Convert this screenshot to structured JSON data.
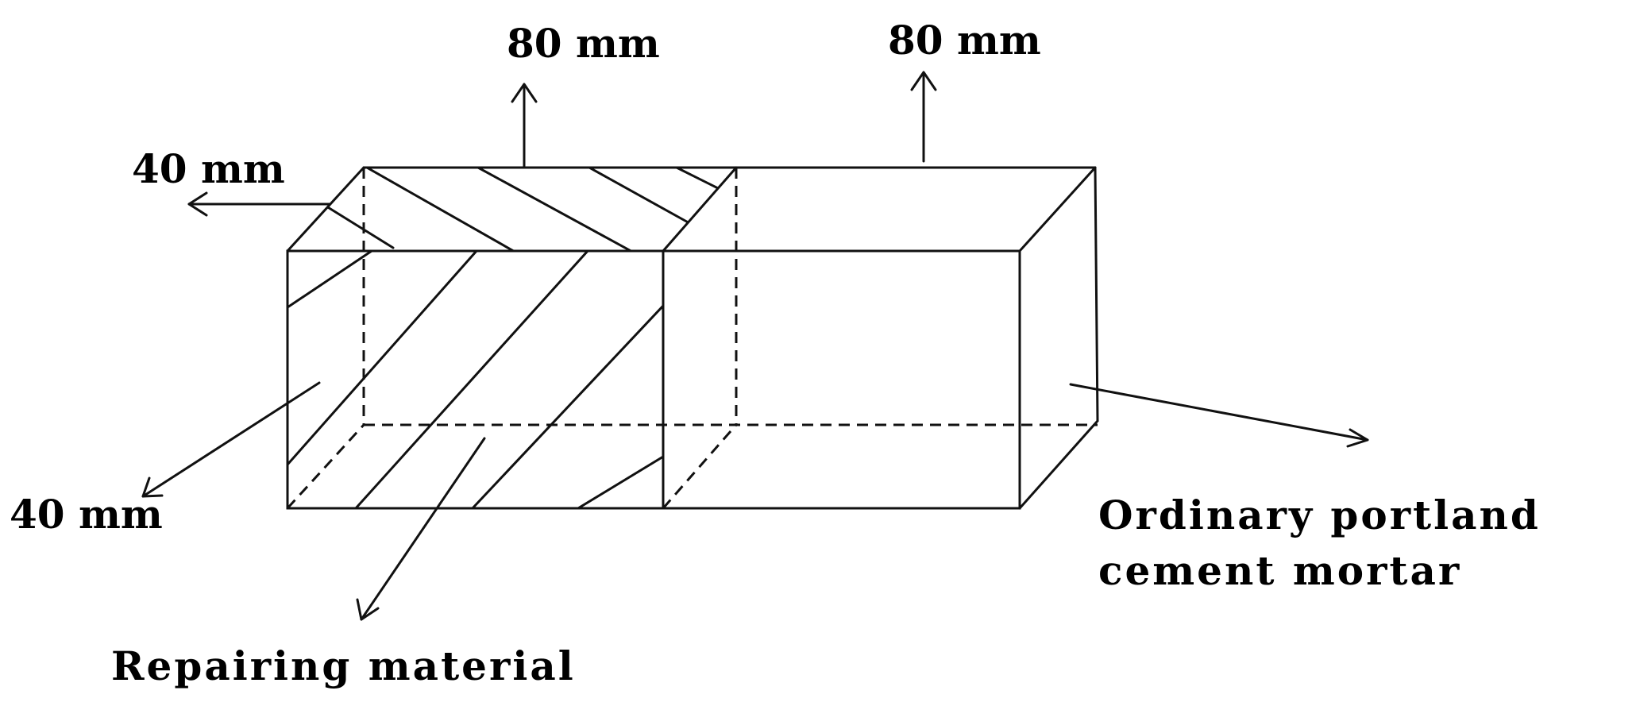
{
  "diagram": {
    "labels": {
      "top_left_length": "80 mm",
      "top_right_length": "80 mm",
      "depth": "40 mm",
      "height": "40 mm",
      "right_material_line1": "Ordinary portland",
      "right_material_line2": "cement mortar",
      "left_material": "Repairing material"
    }
  }
}
